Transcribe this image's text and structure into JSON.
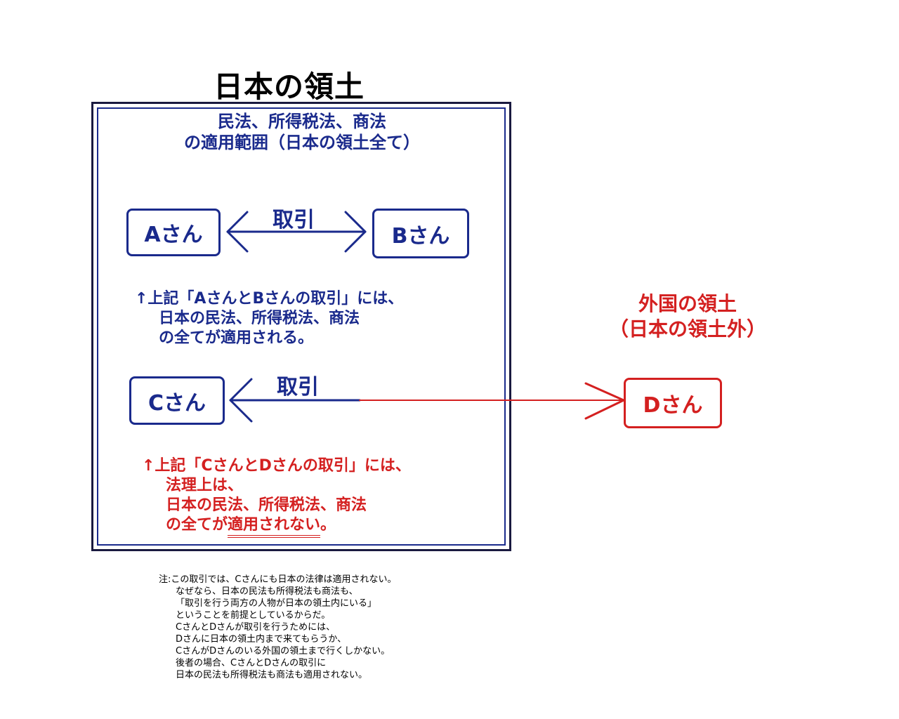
{
  "title": "日本の領土",
  "scope": {
    "line1": "民法、所得税法、商法",
    "line2": "の適用範囲（日本の領土全て）"
  },
  "persons": {
    "a": "Aさん",
    "b": "Bさん",
    "c": "Cさん",
    "d": "Dさん"
  },
  "trade_label_ab": "取引",
  "trade_label_cd": "取引",
  "note_ab": {
    "line1": "↑上記「AさんとBさんの取引」には、",
    "line2": "日本の民法、所得税法、商法",
    "line3": "の全てが適用される。"
  },
  "note_cd": {
    "line1": "↑上記「CさんとDさんの取引」には、",
    "line2": "法理上は、",
    "line3": "日本の民法、所得税法、商法",
    "line4_prefix": "の全てが",
    "line4_emph": "適用されない",
    "line4_suffix": "。"
  },
  "foreign": {
    "line1": "外国の領土",
    "line2": "（日本の領土外）"
  },
  "footnote": [
    "注:この取引では、Cさんにも日本の法律は適用されない。",
    "なぜなら、日本の民法も所得税法も商法も、",
    "「取引を行う両方の人物が日本の領土内にいる」",
    "ということを前提としているからだ。",
    "CさんとDさんが取引を行うためには、",
    "Dさんに日本の領土内まで来てもらうか、",
    "CさんがDさんのいる外国の領土まで行くしかない。",
    "後者の場合、CさんとDさんの取引に",
    "日本の民法も所得税法も商法も適用されない。"
  ],
  "colors": {
    "blue": "#1a2a8c",
    "red": "#d42020",
    "frame": "#1a1a40"
  }
}
